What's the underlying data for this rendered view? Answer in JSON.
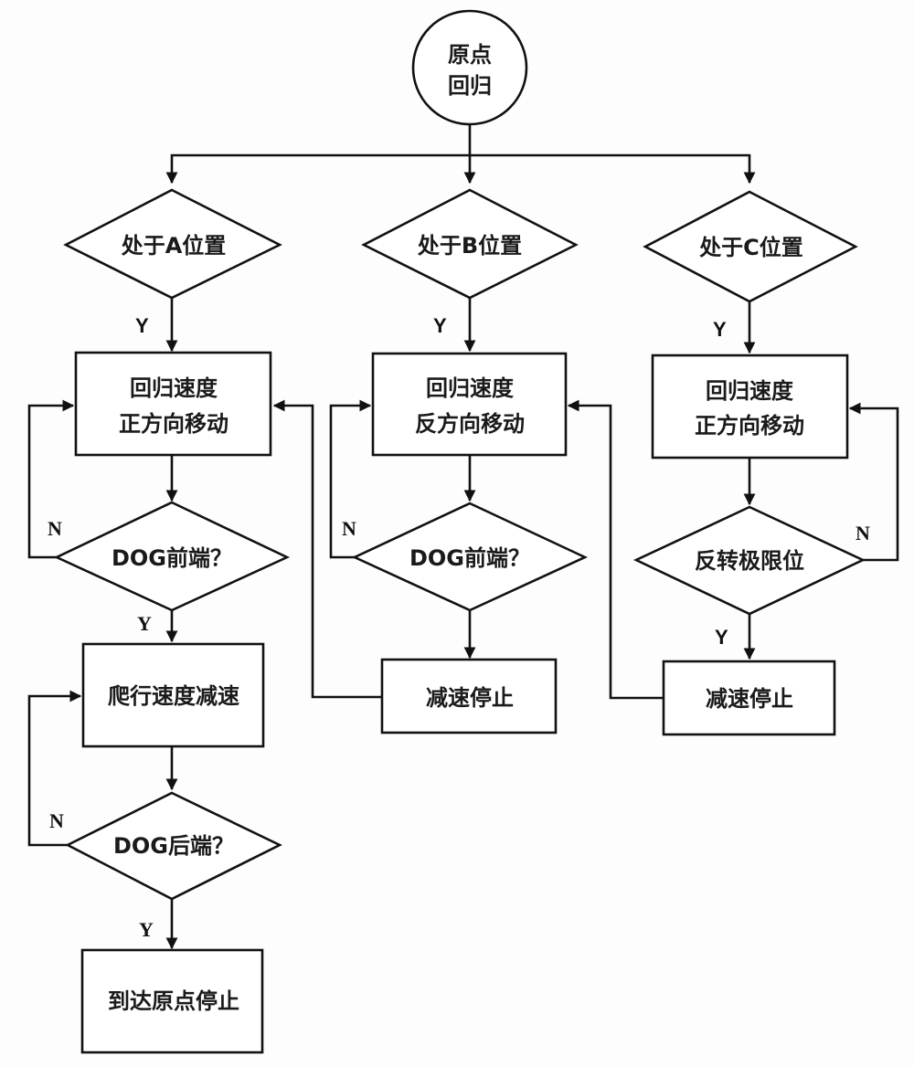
{
  "diagram": {
    "title_node": {
      "lines": [
        "原点",
        "回归"
      ]
    },
    "branches": [
      {
        "id": "A",
        "decision": "处于A位置",
        "yes_label": "Y",
        "move": [
          "回归速度",
          "正方向移动"
        ],
        "check": "DOG前端？",
        "check_no": "N",
        "check_yes": "Y",
        "slow": "爬行速度减速",
        "check2": "DOG后端？",
        "check2_no": "N",
        "check2_yes": "Y",
        "end": "到达原点停止"
      },
      {
        "id": "B",
        "decision": "处于B位置",
        "yes_label": "Y",
        "move": [
          "回归速度",
          "反方向移动"
        ],
        "check": "DOG前端？",
        "check_no": "N",
        "end": "减速停止"
      },
      {
        "id": "C",
        "decision": "处于C位置",
        "yes_label": "Y",
        "move": [
          "回归速度",
          "正方向移动"
        ],
        "check": "反转极限位",
        "check_no": "N",
        "check_yes": "Y",
        "end": "减速停止"
      }
    ]
  }
}
